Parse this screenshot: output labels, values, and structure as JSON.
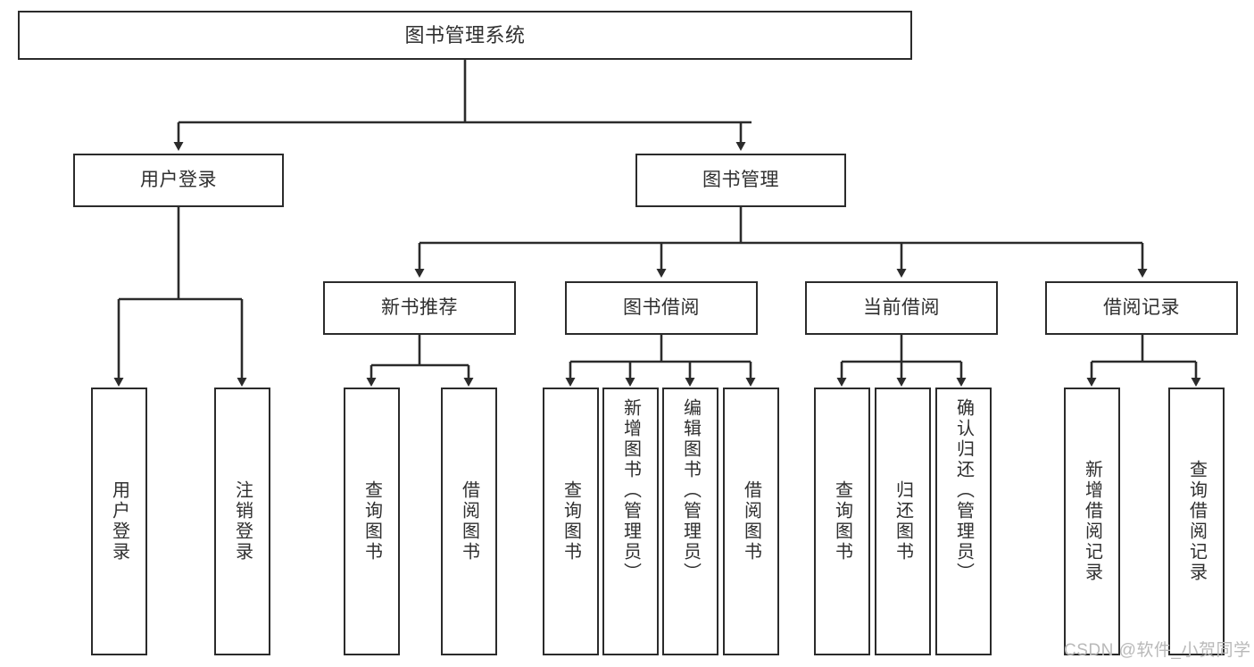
{
  "diagram": {
    "type": "tree-hierarchy-chart",
    "title": "图书管理系统",
    "line_color": "#2b2b2b",
    "text_color": "#2f2f2f",
    "background": "#ffffff",
    "watermark": "CSDN @软件_小贺同学"
  },
  "nodes": {
    "root": {
      "label": "图书管理系统"
    },
    "level1": [
      {
        "label": "用户登录"
      },
      {
        "label": "图书管理"
      }
    ],
    "level2": [
      {
        "label": "新书推荐"
      },
      {
        "label": "图书借阅"
      },
      {
        "label": "当前借阅"
      },
      {
        "label": "借阅记录"
      }
    ],
    "leaves": {
      "user_login": [
        {
          "label": "用户登录"
        },
        {
          "label": "注销登录"
        }
      ],
      "new_book_recommend": [
        {
          "label": "查询图书"
        },
        {
          "label": "借阅图书"
        }
      ],
      "book_borrow": [
        {
          "label": "查询图书"
        },
        {
          "label": "新增图书（管理员）"
        },
        {
          "label": "编辑图书（管理员）"
        },
        {
          "label": "借阅图书"
        }
      ],
      "current_borrow": [
        {
          "label": "查询图书"
        },
        {
          "label": "归还图书"
        },
        {
          "label": "确认归还（管理员）"
        }
      ],
      "borrow_record": [
        {
          "label": "新增借阅记录"
        },
        {
          "label": "查询借阅记录"
        }
      ]
    }
  }
}
